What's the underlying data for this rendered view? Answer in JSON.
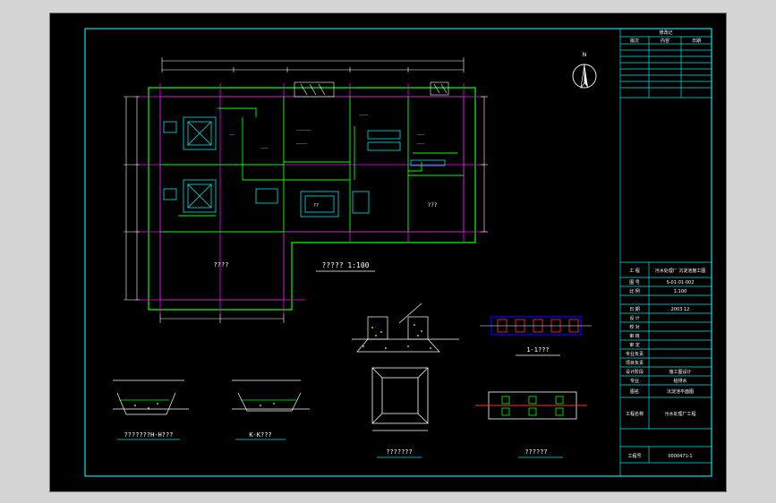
{
  "plan": {
    "title": "????? 1:100",
    "room_big": "????",
    "room_right": "???",
    "room_center": "??"
  },
  "sections": {
    "s11_label": "1-1???",
    "hh_label": "???????H-H???",
    "kk_label": "K-K???",
    "sq_label": "???????",
    "fd_label": "??????"
  },
  "title_block": {
    "revision_header": "修改记",
    "rev_col1": "版次",
    "rev_col2": "内容",
    "rev_col3": "日期",
    "proj_label": "工 程",
    "proj_value": "污水处理厂 沉淀池施工图",
    "drawing_no_label": "图 号",
    "drawing_no_value": "S-01-01-002",
    "scale_label": "比 例",
    "scale_value": "1:100",
    "date_label": "日 期",
    "date_value": "2003.12",
    "r1": "设 计",
    "r2": "校 对",
    "r3": "审 核",
    "r4": "审 定",
    "r5": "专业负责",
    "r6": "项目负责",
    "design_unit_label": "设计阶段",
    "design_unit_value": "施工图设计",
    "spec_label": "专业",
    "spec_value": "给排水",
    "drawing_name_label": "图名",
    "drawing_name_value": "沉淀池平面图",
    "project_label": "工程名称",
    "project_value": "污水处理厂工程",
    "footer_label": "工程号",
    "footer_value": "0000471-1"
  },
  "north": "N"
}
